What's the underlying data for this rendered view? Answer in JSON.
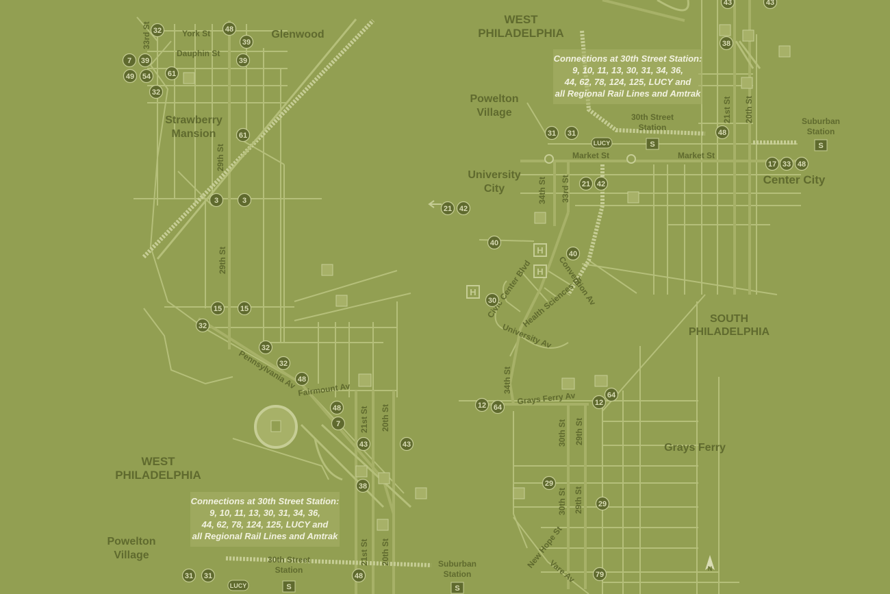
{
  "colors": {
    "background": "#929f52",
    "street": "#b5bf7a",
    "major_street": "#a7b168",
    "rail": "#c6cd95",
    "route_badge": "#5f6a2e",
    "label": "#5f6a2e"
  },
  "neighborhoods": {
    "glenwood": "Glenwood",
    "strawberry_mansion": [
      "Strawberry",
      "Mansion"
    ],
    "west_philadelphia_top": [
      "WEST",
      "PHILADELPHIA"
    ],
    "west_philadelphia_bottom": [
      "WEST",
      "PHILADELPHIA"
    ],
    "powelton_village_top": [
      "Powelton",
      "Village"
    ],
    "powelton_village_bottom": [
      "Powelton",
      "Village"
    ],
    "university_city": [
      "University",
      "City"
    ],
    "center_city": "Center City",
    "south_philadelphia": [
      "SOUTH",
      "PHILADELPHIA"
    ],
    "grays_ferry": "Grays Ferry"
  },
  "streets": {
    "york": "York St",
    "dauphin": "Dauphin St",
    "thirty_third_a": "33rd St",
    "twenty_ninth_a": "29th St",
    "twenty_ninth_b": "29th St",
    "pennsylvania": "Pennsylvania Av",
    "fairmount": "Fairmount Av",
    "twenty_first_a": "21st St",
    "twentieth_a": "20th St",
    "twenty_first_b": "21st St",
    "twentieth_b": "20th St",
    "twenty_first_c": "21st St",
    "twentieth_c": "20th St",
    "market_a": "Market St",
    "market_b": "Market St",
    "thirty_fourth_a": "34th St",
    "thirty_third_b": "33rd St",
    "civic_center": "Civic Center Blvd",
    "health_sciences": "Health Sciences Dr",
    "convention": "Convention Av",
    "university_av": "University Av",
    "thirty_fourth_b": "34th St",
    "grays_ferry_av": "Grays Ferry Av",
    "thirtieth_a": "30th St",
    "twenty_ninth_c": "29th St",
    "thirtieth_b": "30th St",
    "twenty_ninth_d": "29th St",
    "new_hope": "New Hope St",
    "vare": "Vare Av"
  },
  "stations": {
    "thirtieth_top": [
      "30th Street",
      "Station"
    ],
    "suburban_top": [
      "Suburban",
      "Station"
    ],
    "thirtieth_bottom": [
      "30th Street",
      "Station"
    ],
    "suburban_bottom": [
      "Suburban",
      "Station"
    ]
  },
  "connections_top": [
    "Connections at 30th Street Station:",
    "9, 10, 11, 13, 30, 31, 34, 36,",
    "44, 62, 78, 124, 125, LUCY and",
    "all Regional Rail Lines and Amtrak"
  ],
  "connections_bottom": [
    "Connections at 30th Street Station:",
    "9, 10, 11, 13, 30, 31, 34, 36,",
    "44, 62, 78, 124, 125, LUCY and",
    "all Regional Rail Lines and Amtrak"
  ],
  "route_badges": [
    "32",
    "48",
    "39",
    "7",
    "39",
    "39",
    "49",
    "54",
    "61",
    "32",
    "61",
    "3",
    "3",
    "15",
    "15",
    "32",
    "32",
    "32",
    "48",
    "48",
    "7",
    "43",
    "43",
    "38",
    "31",
    "31",
    "48",
    "43",
    "43",
    "38",
    "31",
    "31",
    "48",
    "17",
    "33",
    "48",
    "21",
    "42",
    "21",
    "42",
    "40",
    "40",
    "30",
    "12",
    "64",
    "12",
    "64",
    "29",
    "29",
    "79"
  ],
  "lucy_badges": [
    "LUCY",
    "LUCY"
  ],
  "hospital_icons": [
    "H",
    "H",
    "H"
  ],
  "north_label": "N"
}
